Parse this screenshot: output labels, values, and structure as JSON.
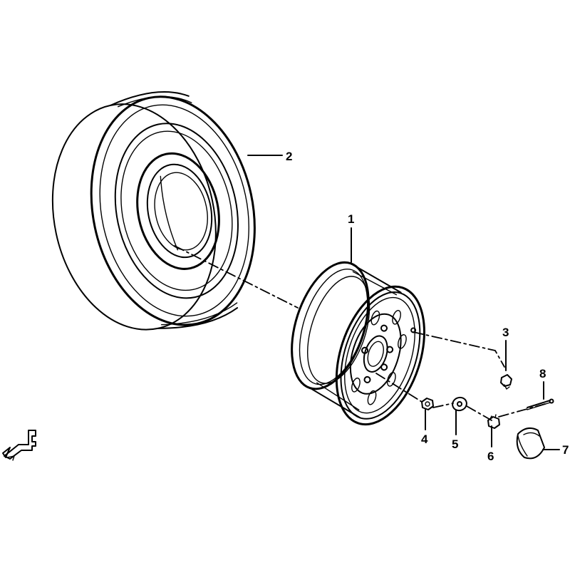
{
  "callouts": [
    {
      "id": "rim",
      "label": "1"
    },
    {
      "id": "tire",
      "label": "2"
    },
    {
      "id": "valve",
      "label": "3"
    },
    {
      "id": "nut",
      "label": "4"
    },
    {
      "id": "washer",
      "label": "5"
    },
    {
      "id": "castle-nut",
      "label": "6"
    },
    {
      "id": "hub-cap",
      "label": "7"
    },
    {
      "id": "cotter-pin",
      "label": "8"
    }
  ],
  "orientation_mark": "F",
  "colors": {
    "line": "#000000",
    "background": "#ffffff"
  }
}
